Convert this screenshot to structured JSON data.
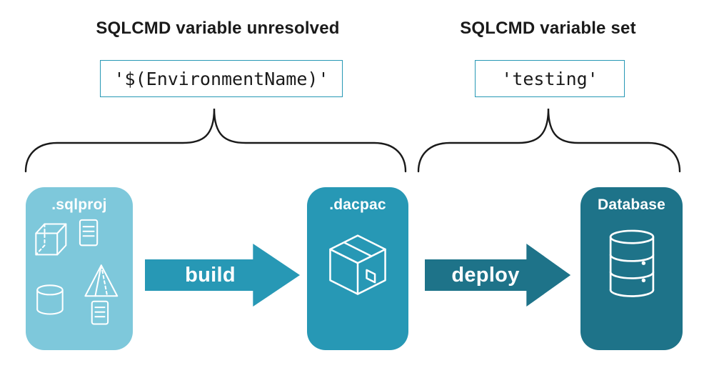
{
  "colors": {
    "light": "#7EC8DB",
    "mid": "#2798B5",
    "dark": "#1E7389",
    "ink": "#1A1A1A"
  },
  "annotations": {
    "unresolved": {
      "heading": "SQLCMD variable unresolved",
      "code": "'$(EnvironmentName)'"
    },
    "resolved": {
      "heading": "SQLCMD variable set",
      "code": "'testing'"
    }
  },
  "pipeline": {
    "nodes": [
      {
        "label": ".sqlproj",
        "icon": "sql-project-objects-icon"
      },
      {
        "label": ".dacpac",
        "icon": "package-box-icon"
      },
      {
        "label": "Database",
        "icon": "database-cylinder-icon"
      }
    ],
    "arrows": [
      {
        "label": "build"
      },
      {
        "label": "deploy"
      }
    ]
  }
}
